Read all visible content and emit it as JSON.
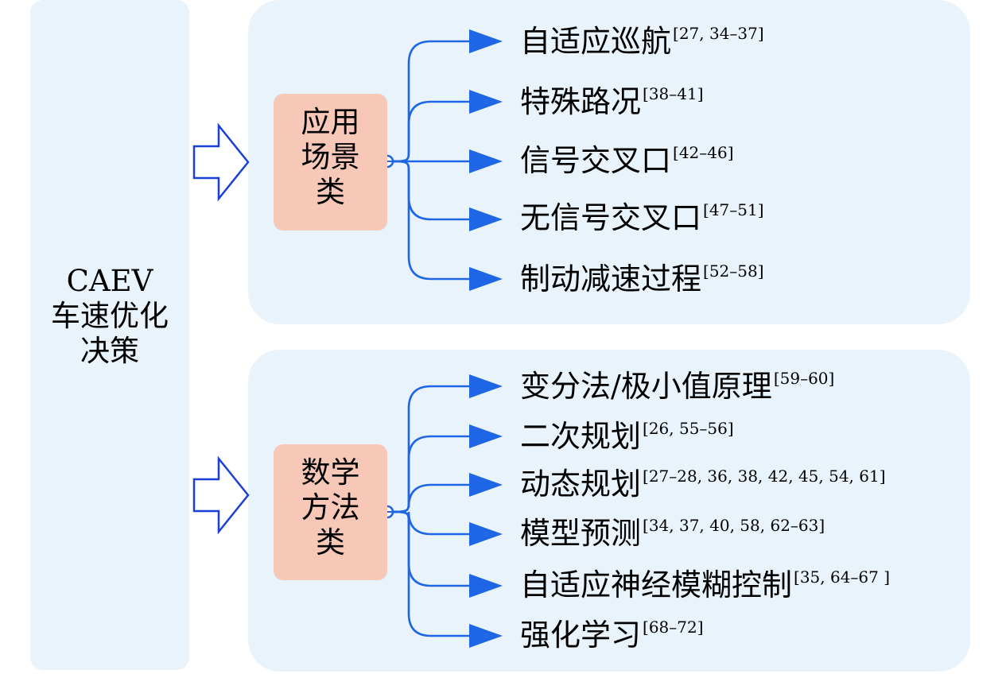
{
  "root": {
    "lines": [
      "CAEV",
      "车速优化",
      "决策"
    ]
  },
  "colors": {
    "panel": "#e8f3fb",
    "category_box": "#f7c8b8",
    "connector": "#1e66e6",
    "big_arrow": "#1a3fd6"
  },
  "categories": [
    {
      "lines": [
        "应用",
        "场景",
        "类"
      ],
      "items": [
        {
          "text": "自适应巡航",
          "ref": "[27, 34–37]"
        },
        {
          "text": "特殊路况",
          "ref": "[38–41]"
        },
        {
          "text": "信号交叉口",
          "ref": "[42–46]"
        },
        {
          "text": "无信号交叉口",
          "ref": "[47–51]"
        },
        {
          "text": "制动减速过程",
          "ref": "[52–58]"
        }
      ]
    },
    {
      "lines": [
        "数学",
        "方法",
        "类"
      ],
      "items": [
        {
          "text": "变分法/极小值原理",
          "ref": "[59–60]"
        },
        {
          "text": "二次规划",
          "ref": "[26, 55–56]"
        },
        {
          "text": "动态规划",
          "ref": "[27–28, 36, 38, 42, 45, 54, 61]"
        },
        {
          "text": "模型预测",
          "ref": "[34, 37, 40, 58, 62–63]"
        },
        {
          "text": "自适应神经模糊控制",
          "ref": "[35, 64–67 ]"
        },
        {
          "text": "强化学习",
          "ref": "[68–72]"
        }
      ]
    }
  ]
}
